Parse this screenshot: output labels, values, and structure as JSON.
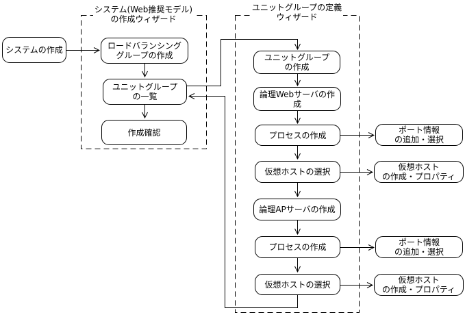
{
  "colors": {
    "stroke": "#000000",
    "background": "#ffffff",
    "node_fill": "#ffffff"
  },
  "start_node": {
    "label": "システムの作成"
  },
  "wizard1": {
    "title_line1": "システム(Web推奨モデル)",
    "title_line2": "の作成ウィザード",
    "nodes": {
      "lb_group_create": {
        "label": "ロードバランシング\nグループの作成"
      },
      "unit_group_list": {
        "label": "ユニットグループ\nの一覧"
      },
      "create_confirm": {
        "label": "作成確認"
      }
    }
  },
  "wizard2": {
    "title_line1": "ユニットグループの定義",
    "title_line2": "ウィザード",
    "nodes": {
      "unit_group_create": {
        "label": "ユニットグループ\nの作成"
      },
      "logical_web_server_create": {
        "label": "論理Webサーバの作成"
      },
      "process_create_1": {
        "label": "プロセスの作成"
      },
      "virtual_host_select_1": {
        "label": "仮想ホストの選択"
      },
      "logical_ap_server_create": {
        "label": "論理APサーバの作成"
      },
      "process_create_2": {
        "label": "プロセスの作成"
      },
      "virtual_host_select_2": {
        "label": "仮想ホストの選択"
      }
    }
  },
  "side_nodes": {
    "port_info_1": {
      "label": "ポート情報\nの追加・選択"
    },
    "virtual_host_props_1": {
      "label": "仮想ホスト\nの作成・プロパティ"
    },
    "port_info_2": {
      "label": "ポート情報\nの追加・選択"
    },
    "virtual_host_props_2": {
      "label": "仮想ホスト\nの作成・プロパティ"
    }
  },
  "edges": [
    {
      "from": "start_node",
      "to": "lb_group_create"
    },
    {
      "from": "lb_group_create",
      "to": "unit_group_list"
    },
    {
      "from": "unit_group_list",
      "to": "create_confirm"
    },
    {
      "from": "unit_group_list",
      "to": "unit_group_create"
    },
    {
      "from": "unit_group_create",
      "to": "logical_web_server_create"
    },
    {
      "from": "logical_web_server_create",
      "to": "process_create_1"
    },
    {
      "from": "process_create_1",
      "to": "port_info_1"
    },
    {
      "from": "process_create_1",
      "to": "virtual_host_select_1"
    },
    {
      "from": "virtual_host_select_1",
      "to": "virtual_host_props_1"
    },
    {
      "from": "virtual_host_select_1",
      "to": "logical_ap_server_create"
    },
    {
      "from": "logical_ap_server_create",
      "to": "process_create_2"
    },
    {
      "from": "process_create_2",
      "to": "port_info_2"
    },
    {
      "from": "process_create_2",
      "to": "virtual_host_select_2"
    },
    {
      "from": "virtual_host_select_2",
      "to": "virtual_host_props_2"
    },
    {
      "from": "virtual_host_select_2",
      "to": "unit_group_list"
    }
  ]
}
